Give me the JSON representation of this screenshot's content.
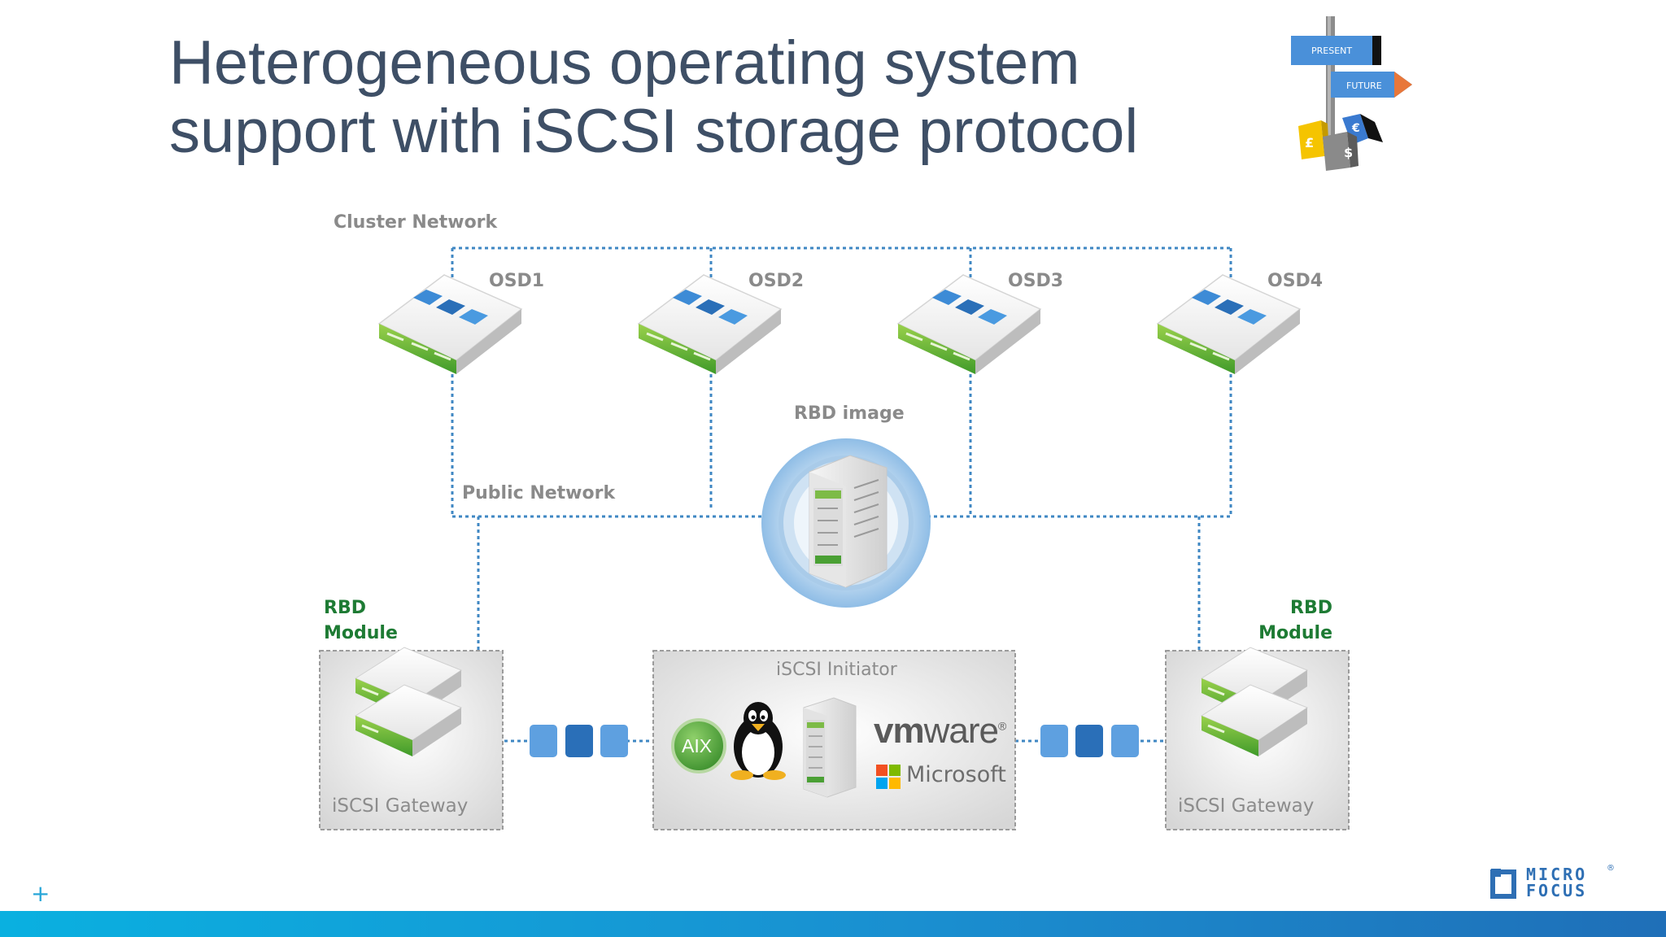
{
  "slide": {
    "title_line1": "Heterogeneous operating system",
    "title_line2": "support with iSCSI storage protocol"
  },
  "signpost": {
    "sign_top": "PRESENT",
    "sign_bottom": "FUTURE",
    "currency1": "£",
    "currency2": "$",
    "currency3": "€"
  },
  "diagram": {
    "cluster_network": "Cluster Network",
    "public_network": "Public Network",
    "rbd_image": "RBD image",
    "osds": [
      {
        "label": "OSD1"
      },
      {
        "label": "OSD2"
      },
      {
        "label": "OSD3"
      },
      {
        "label": "OSD4"
      }
    ],
    "left_module": {
      "line1": "RBD",
      "line2": "Module",
      "box_label": "iSCSI Gateway"
    },
    "right_module": {
      "line1": "RBD",
      "line2": "Module",
      "box_label": "iSCSI Gateway"
    },
    "initiator": {
      "label": "iSCSI Initiator",
      "aix": "AIX",
      "vmware_vm": "vm",
      "vmware_ware": "ware",
      "vmware_reg": "®",
      "microsoft": "Microsoft"
    }
  },
  "brand": {
    "line1": "MICRO",
    "line2": "FOCUS",
    "reg": "®"
  },
  "colors": {
    "title": "#3e4f66",
    "dotted_line": "#3f87c3",
    "green": "#1e7b34",
    "blue_block": "#4a90d9",
    "footer": "#1a8fd0"
  }
}
